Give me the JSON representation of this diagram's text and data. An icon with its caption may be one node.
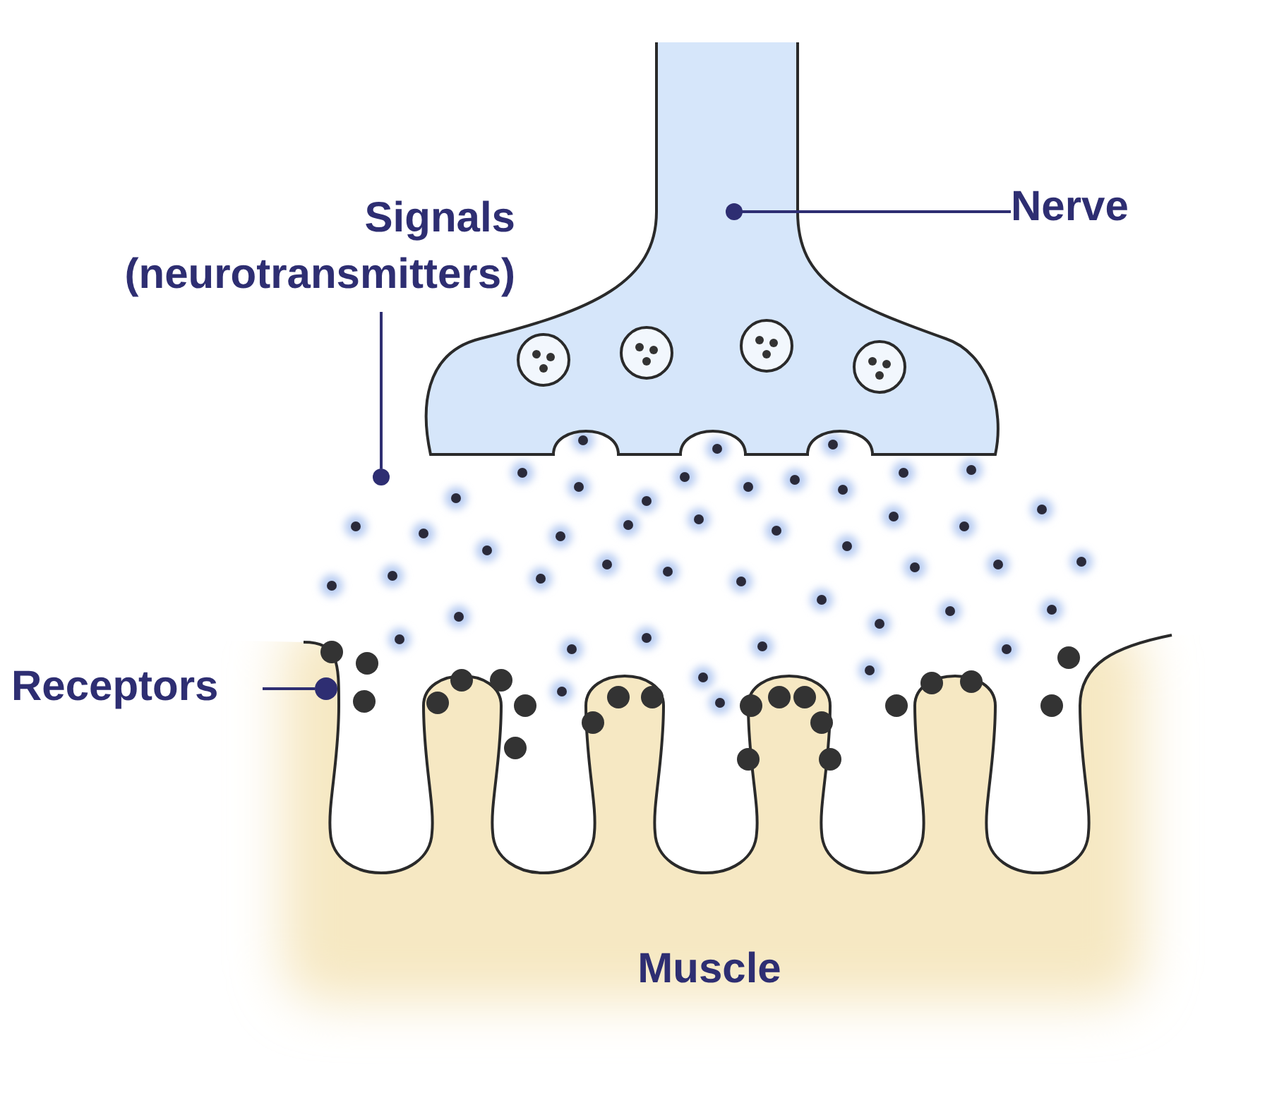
{
  "diagram": {
    "nodes": [
      {
        "text": [
          "Nerve"
        ]
      },
      {
        "text": [],
        "shape": "picture"
      },
      {
        "text": [
          "Signals (neurotransmitters)"
        ]
      },
      {
        "text": [],
        "shape": "circle"
      },
      {
        "text": [
          "Receptors"
        ]
      },
      {
        "text": [],
        "shape": "circle"
      },
      {
        "text": [
          "Muscle"
        ]
      }
    ],
    "edges": [
      {
        "from": 0,
        "to": 1,
        "arrow": "other"
      },
      {
        "from": 2,
        "to": 3,
        "arrow": "none"
      },
      {
        "from": 4,
        "to": 5,
        "arrow": "none"
      }
    ]
  }
}
